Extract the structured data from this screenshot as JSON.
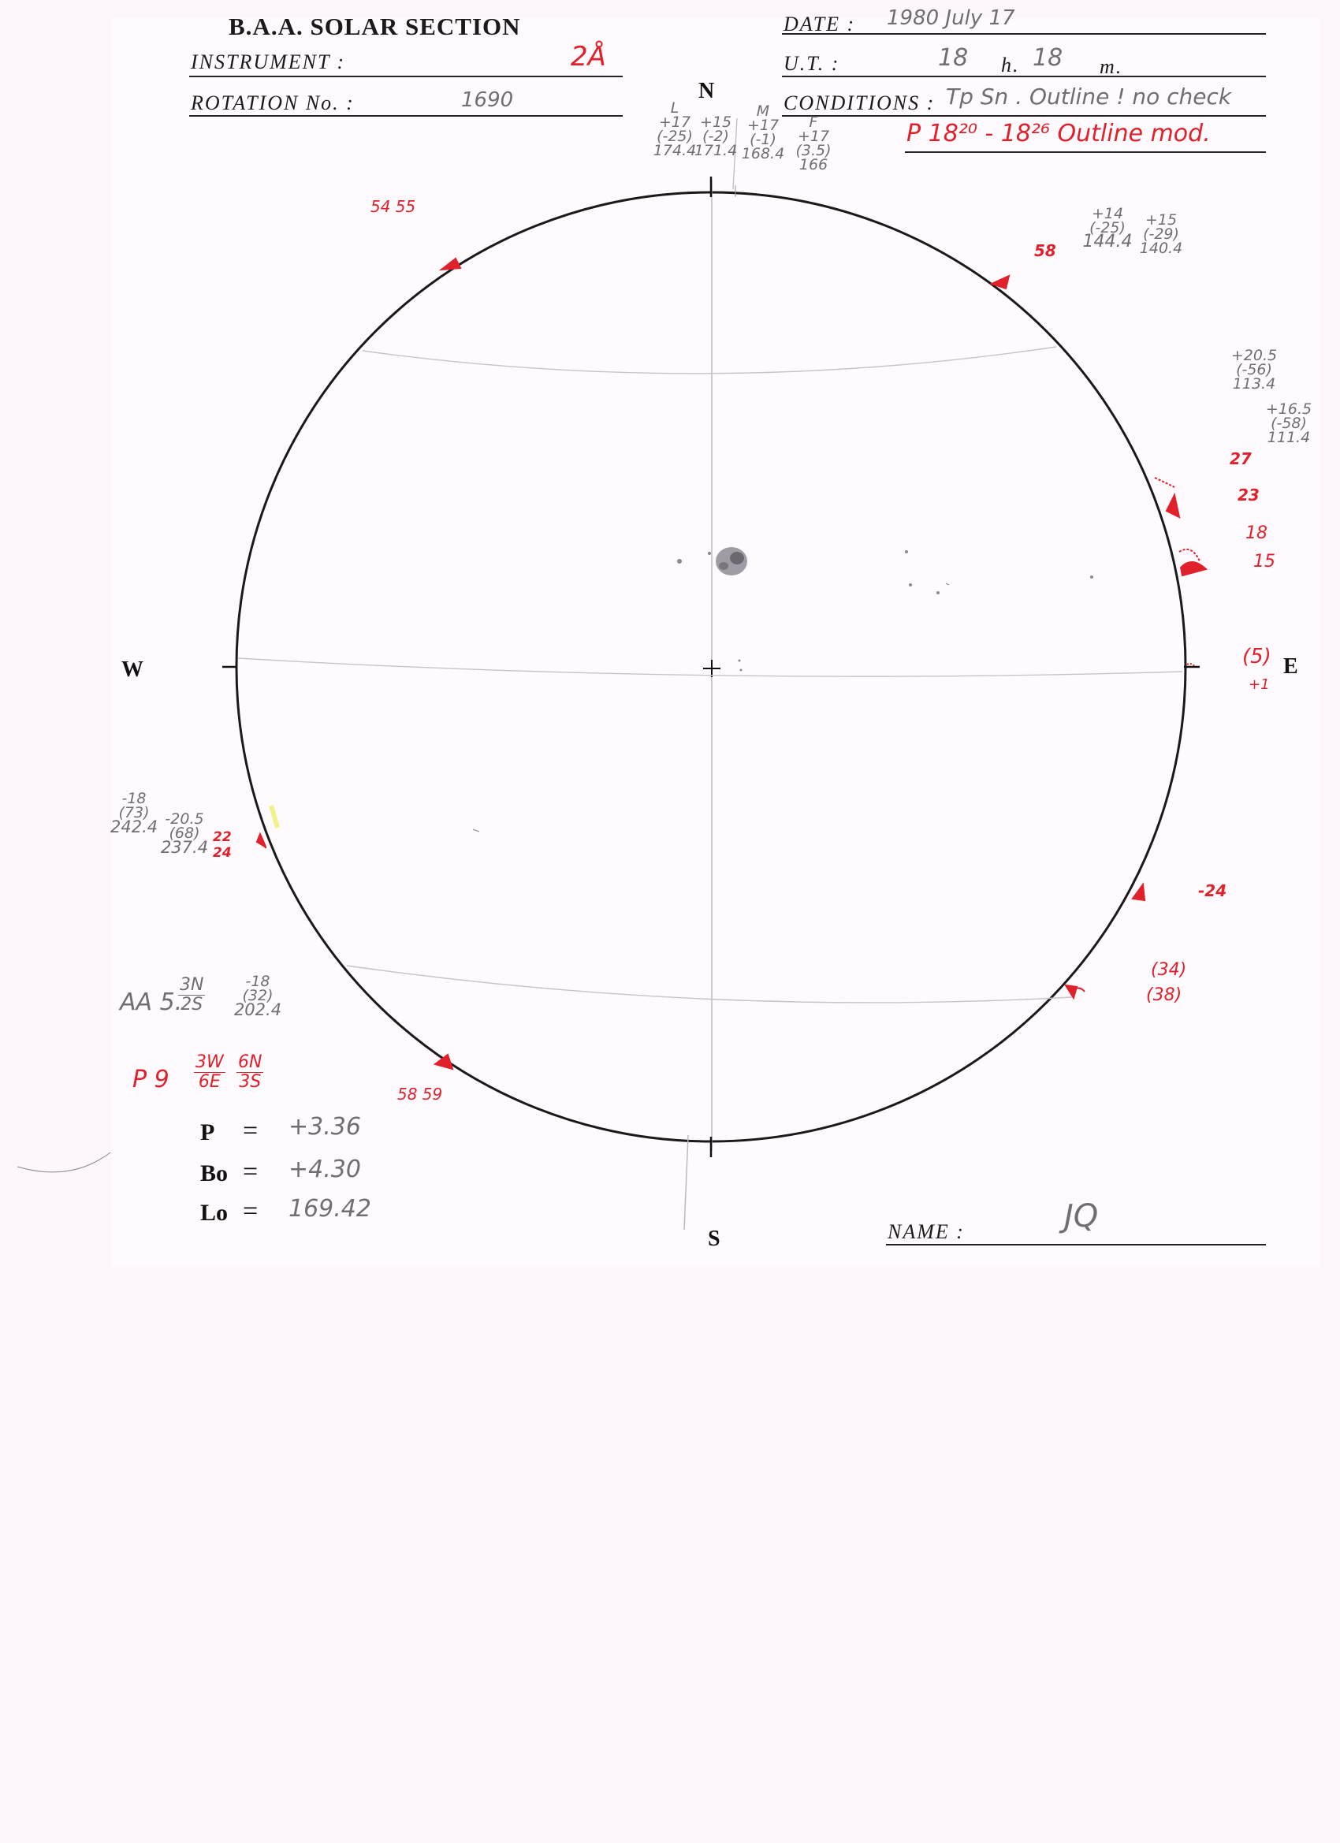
{
  "header": {
    "title": "B.A.A. SOLAR SECTION",
    "instrument_label": "INSTRUMENT :",
    "instrument_value": "2Å",
    "rotation_label": "ROTATION No. :",
    "rotation_value": "1690",
    "date_label": "DATE :",
    "date_value": "1980 July 17",
    "ut_label": "U.T. :",
    "ut_hours": "18",
    "ut_h": "h.",
    "ut_minutes": "18",
    "ut_m": "m.",
    "conditions_label": "CONDITIONS :",
    "conditions_value": "Tp Sn . Outline ! no check",
    "conditions_note": "P 18²⁰ - 18²⁶ Outline mod."
  },
  "directions": {
    "north": "N",
    "south": "S",
    "west": "W",
    "east": "E"
  },
  "annotations": {
    "north_groups": [
      {
        "letter": "L",
        "lat": "+17",
        "paren": "(-25)",
        "lon": "174.4"
      },
      {
        "letter": "",
        "lat": "+15",
        "paren": "(-2)",
        "lon": "171.4"
      },
      {
        "letter": "M",
        "lat": "+17",
        "paren": "(-1)",
        "lon": "168.4"
      },
      {
        "letter": "F",
        "lat": "+17",
        "paren": "(3.5)",
        "lon": "166"
      }
    ],
    "top_left_red": "54 55",
    "top_right_red": "58",
    "top_right_groups": [
      {
        "lat": "+14",
        "paren": "(-25)",
        "lon": "144.4"
      },
      {
        "lat": "+15",
        "paren": "(-29)",
        "lon": "140.4"
      }
    ],
    "east_upper_groups": [
      {
        "lat": "+20.5",
        "paren": "(-56)",
        "lon": "113.4"
      },
      {
        "lat": "+16.5",
        "paren": "(-58)",
        "lon": "111.4"
      }
    ],
    "east_red_numbers": [
      "27",
      "23",
      "18",
      "15"
    ],
    "east_equator_red": "(5)",
    "east_equator_red2": "+1",
    "east_lower_red": "-24",
    "east_bottom_red1": "(34)",
    "east_bottom_red2": "(38)",
    "west_groups": [
      {
        "lat": "-18",
        "paren": "(73)",
        "lon": "242.4"
      },
      {
        "lat": "-20.5",
        "paren": "(68)",
        "lon": "237.4"
      }
    ],
    "west_red": [
      "22",
      "24"
    ],
    "aa_label": "AA 5.",
    "aa_num": "3N",
    "aa_den": "2S",
    "aa_group": {
      "lat": "-18",
      "paren": "(32)",
      "lon": "202.4"
    },
    "p_label": "P  9",
    "p_frac1_num": "3W",
    "p_frac1_den": "6E",
    "p_frac2_num": "6N",
    "p_frac2_den": "3S",
    "south_red": "58 59"
  },
  "parameters": [
    {
      "name": "P",
      "value": "+3.36"
    },
    {
      "name": "Bo",
      "value": "+4.30"
    },
    {
      "name": "Lo",
      "value": "169.42"
    }
  ],
  "footer": {
    "name_label": "NAME :",
    "name_value": "JQ"
  }
}
